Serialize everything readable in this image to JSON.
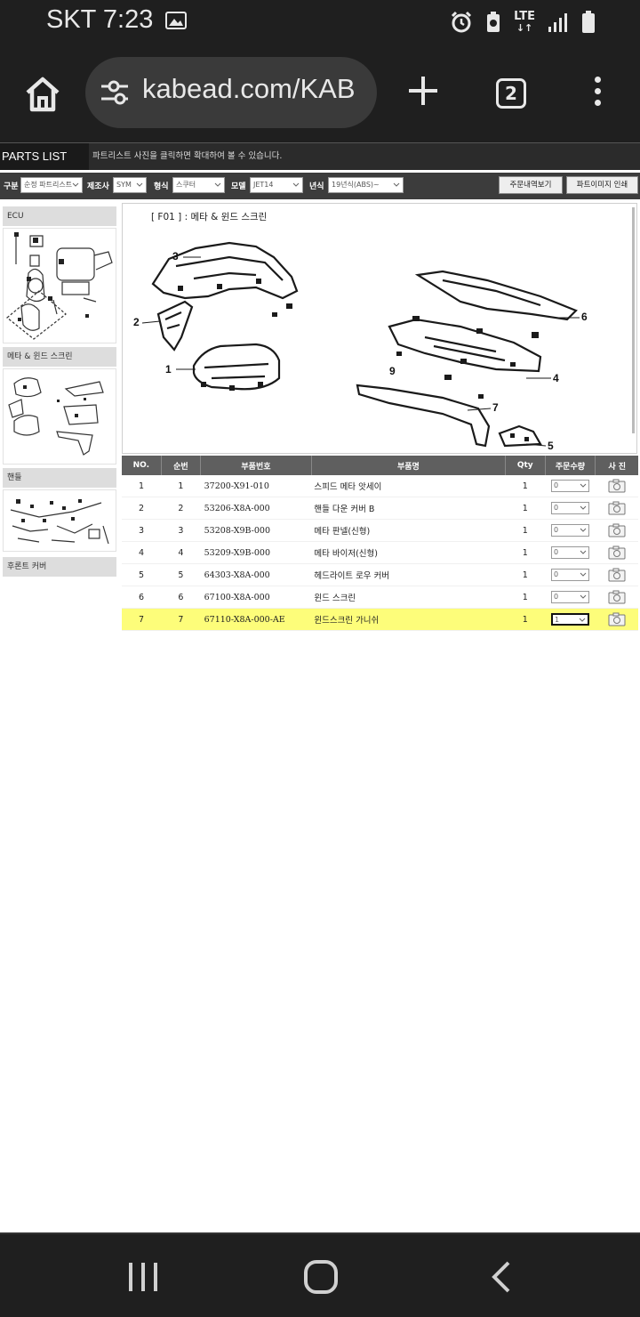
{
  "status": {
    "carrier_time": "SKT 7:23",
    "network": "LTE"
  },
  "browser": {
    "url": "kabead.com/KAB",
    "tab_count": "2"
  },
  "header": {
    "title": "PARTS LIST",
    "notice": "파트리스트 사진을 클릭하면 확대하여 볼 수 있습니다."
  },
  "filters": {
    "division_label": "구분",
    "division_value": "순정 파트리스트",
    "maker_label": "제조사",
    "maker_value": "SYM",
    "type_label": "형식",
    "type_value": "스쿠터",
    "model_label": "모델",
    "model_value": "JET14",
    "year_label": "년식",
    "year_value": "19년식(ABS)~"
  },
  "buttons": {
    "order_history": "주문내역보기",
    "print_image": "파트이미지 인쇄"
  },
  "sidebar": {
    "categories": [
      {
        "label": "ECU"
      },
      {
        "label": "메타 & 윈드 스크린"
      },
      {
        "label": "핸들"
      },
      {
        "label": "후론트 커버"
      }
    ]
  },
  "diagram": {
    "title": "[ F01 ] : 메타 & 윈드 스크린",
    "callouts": [
      "1",
      "2",
      "3",
      "4",
      "5",
      "6",
      "7",
      "9"
    ]
  },
  "table": {
    "headers": [
      "NO.",
      "순번",
      "부품번호",
      "부품명",
      "Qty",
      "주문수량",
      "사 진"
    ],
    "rows": [
      {
        "no": "1",
        "seq": "1",
        "part_no": "37200-X91-010",
        "name": "스피드 메타 앗세이",
        "qty": "1",
        "order_qty": "0"
      },
      {
        "no": "2",
        "seq": "2",
        "part_no": "53206-X8A-000",
        "name": "핸들 다운 커버 B",
        "qty": "1",
        "order_qty": "0"
      },
      {
        "no": "3",
        "seq": "3",
        "part_no": "53208-X9B-000",
        "name": "메타 판넬(신형)",
        "qty": "1",
        "order_qty": "0"
      },
      {
        "no": "4",
        "seq": "4",
        "part_no": "53209-X9B-000",
        "name": "메타 바이저(신형)",
        "qty": "1",
        "order_qty": "0"
      },
      {
        "no": "5",
        "seq": "5",
        "part_no": "64303-X8A-000",
        "name": "헤드라이트 로우 커버",
        "qty": "1",
        "order_qty": "0"
      },
      {
        "no": "6",
        "seq": "6",
        "part_no": "67100-X8A-000",
        "name": "윈드 스크린",
        "qty": "1",
        "order_qty": "0"
      },
      {
        "no": "7",
        "seq": "7",
        "part_no": "67110-X8A-000-AE",
        "name": "윈드스크린 가니쉬",
        "qty": "1",
        "order_qty": "1"
      }
    ],
    "selected_row": 7,
    "highlight_color": "#fdfd7a"
  }
}
